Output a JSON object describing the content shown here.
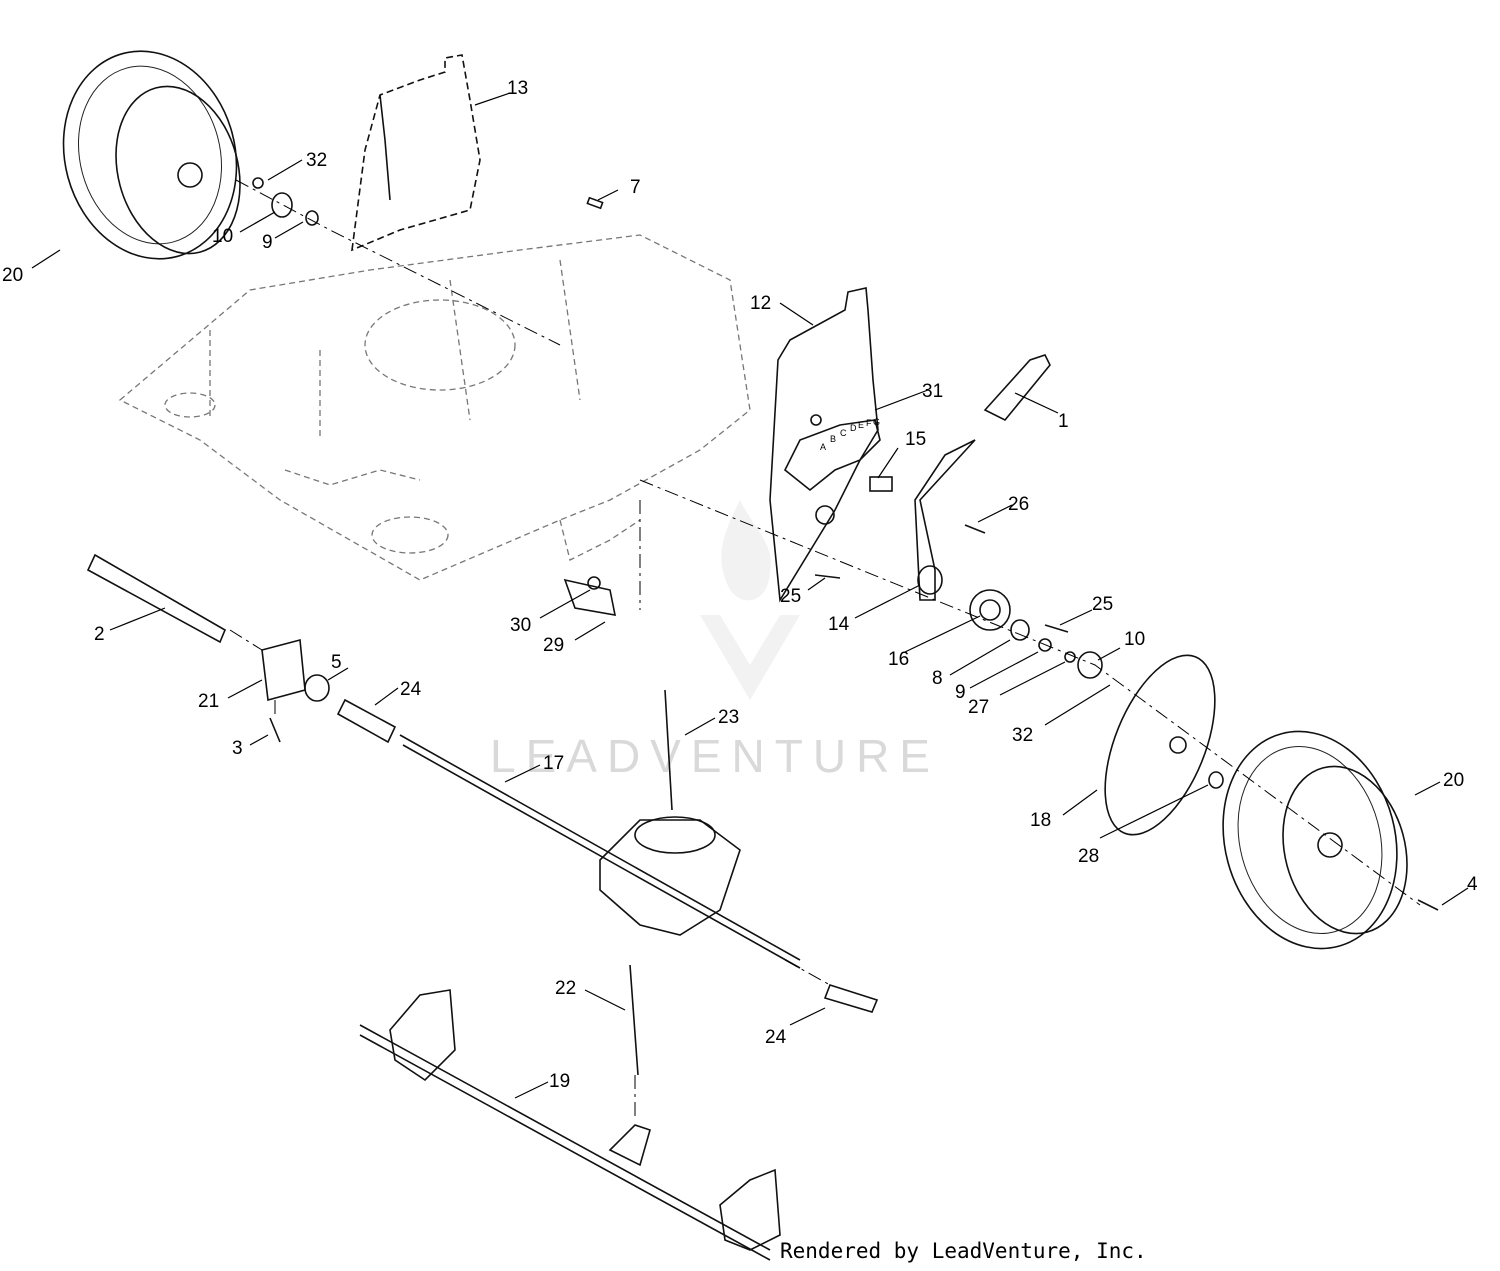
{
  "callouts": {
    "c1": "1",
    "c2": "2",
    "c3": "3",
    "c4": "4",
    "c5": "5",
    "c7": "7",
    "c8": "8",
    "c9a": "9",
    "c9b": "9",
    "c10a": "10",
    "c10b": "10",
    "c12": "12",
    "c13": "13",
    "c14": "14",
    "c15": "15",
    "c16": "16",
    "c17": "17",
    "c18": "18",
    "c19": "19",
    "c20a": "20",
    "c20b": "20",
    "c21": "21",
    "c22": "22",
    "c23": "23",
    "c24a": "24",
    "c24b": "24",
    "c25a": "25",
    "c25b": "25",
    "c26": "26",
    "c27": "27",
    "c28": "28",
    "c29": "29",
    "c30": "30",
    "c31": "31",
    "c32a": "32",
    "c32b": "32"
  },
  "watermark": "LEADVENTURE",
  "credit": "Rendered by LeadVenture, Inc.",
  "height_scale": [
    "A",
    "B",
    "C",
    "D",
    "E",
    "F",
    "G"
  ]
}
